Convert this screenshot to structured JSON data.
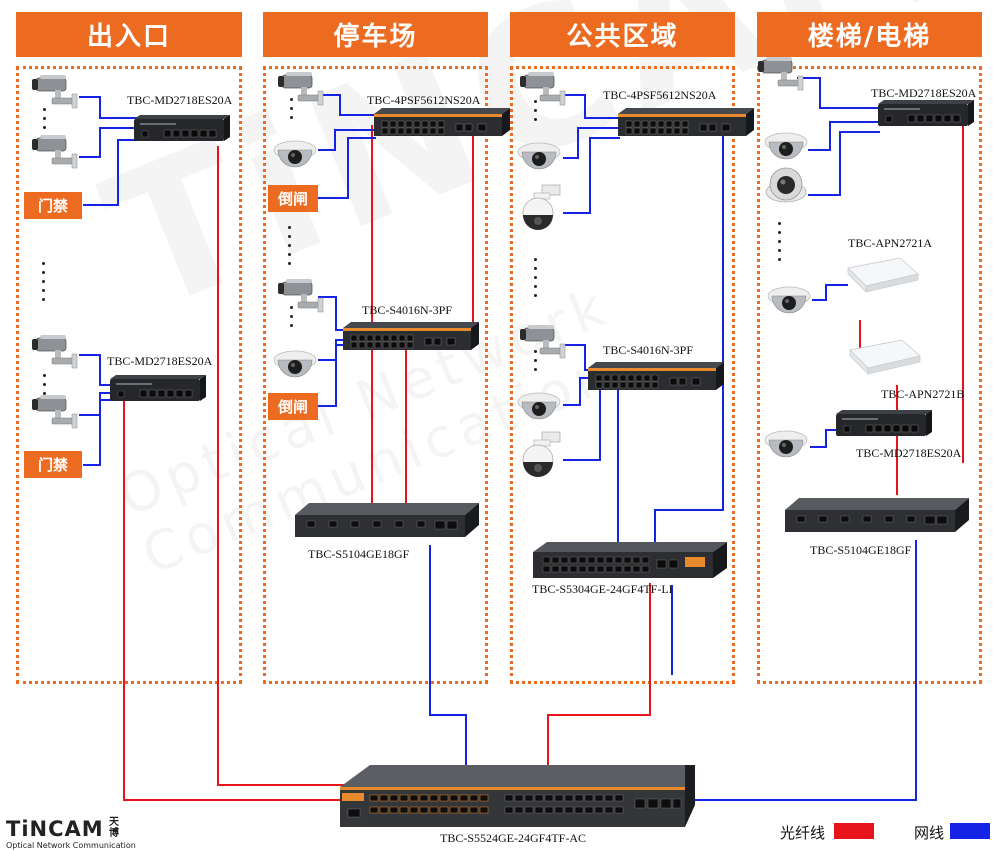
{
  "zones": [
    {
      "title": "出入口"
    },
    {
      "title": "停车场"
    },
    {
      "title": "公共区域"
    },
    {
      "title": "楼梯/电梯"
    }
  ],
  "tags": {
    "access_control": "门禁",
    "barrier_gate": "倒闸"
  },
  "devices": {
    "z1_top": "TBC-MD2718ES20A",
    "z1_bottom": "TBC-MD2718ES20A",
    "z2_top": "TBC-4PSF5612NS20A",
    "z2_mid": "TBC-S4016N-3PF",
    "z2_agg": "TBC-S5104GE18GF",
    "z3_top": "TBC-4PSF5612NS20A",
    "z3_mid": "TBC-S4016N-3PF",
    "z3_agg": "TBC-S5304GE-24GF4TF-LI",
    "z4_top": "TBC-MD2718ES20A",
    "z4_ap_a": "TBC-APN2721A",
    "z4_ap_b": "TBC-APN2721B",
    "z4_bottom": "TBC-MD2718ES20A",
    "z4_agg": "TBC-S5104GE18GF",
    "core": "TBC-S5524GE-24GF4TF-AC"
  },
  "legend": {
    "fiber_label": "光纤线",
    "fiber_color": "#e8141b",
    "net_label": "网线",
    "net_color": "#1423e6"
  },
  "logo": {
    "brand": "TiNCAM",
    "cn_line1": "天",
    "cn_line2": "博",
    "tagline": "Optical Network Communication"
  },
  "watermark": {
    "brand": "TiNCAM",
    "tagline": "Optical Network Communication"
  },
  "colors": {
    "accent": "#ec6b20"
  }
}
